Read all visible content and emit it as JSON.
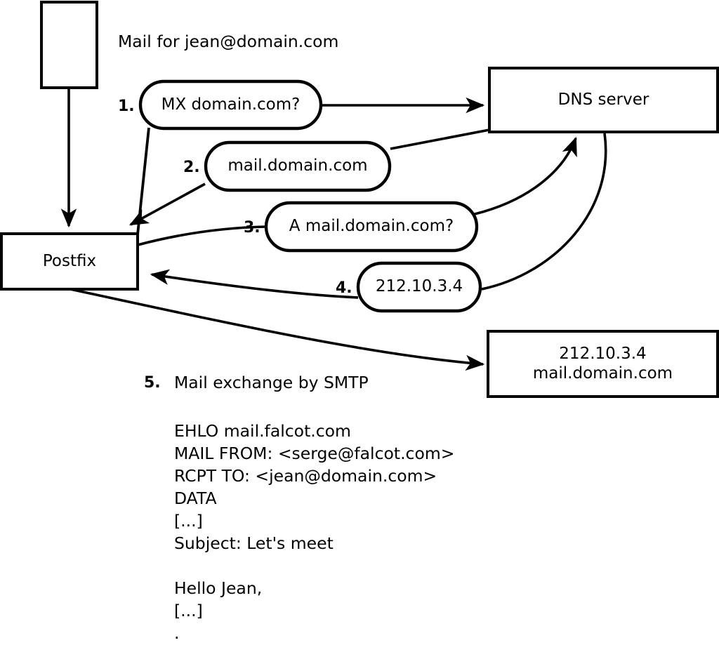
{
  "diagram": {
    "title_text": "Mail for jean@domain.com",
    "background_color": "#ffffff",
    "stroke_color": "#000000",
    "nodes": {
      "sender_box": {
        "label": ""
      },
      "postfix_box": {
        "label": "Postfix"
      },
      "dns_box": {
        "label": "DNS server"
      },
      "target_box": {
        "label": "212.10.3.4\nmail.domain.com"
      }
    },
    "bubbles": [
      {
        "step": "1.",
        "label": "MX domain.com?"
      },
      {
        "step": "2.",
        "label": "mail.domain.com"
      },
      {
        "step": "3.",
        "label": "A mail.domain.com?"
      },
      {
        "step": "4.",
        "label": "212.10.3.4"
      }
    ],
    "step5": {
      "number": "5.",
      "label": "Mail exchange by SMTP",
      "transcript": "EHLO mail.falcot.com\nMAIL FROM: <serge@falcot.com>\nRCPT TO: <jean@domain.com>\nDATA\n[...]\nSubject: Let's meet\n\nHello Jean,\n[...]\n."
    }
  }
}
